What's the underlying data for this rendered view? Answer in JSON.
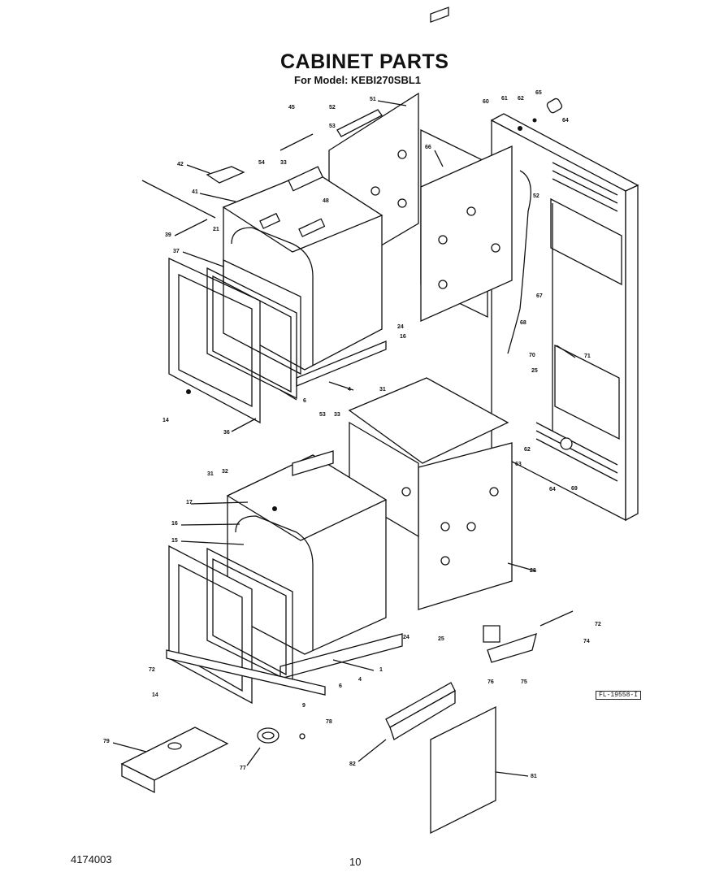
{
  "title": "CABINET PARTS",
  "subtitle": "For Model: KEBI270SBL1",
  "footer_code": "4174003",
  "page_number": "10",
  "reference_tag": "FL-19558-I",
  "callouts": [
    {
      "id": "c51",
      "label": "51"
    },
    {
      "id": "c52a",
      "label": "52"
    },
    {
      "id": "c53a",
      "label": "53"
    },
    {
      "id": "c45",
      "label": "45"
    },
    {
      "id": "c42",
      "label": "42"
    },
    {
      "id": "c54",
      "label": "54"
    },
    {
      "id": "c33a",
      "label": "33"
    },
    {
      "id": "c41",
      "label": "41"
    },
    {
      "id": "c48",
      "label": "48"
    },
    {
      "id": "c39",
      "label": "39"
    },
    {
      "id": "c21a",
      "label": "21"
    },
    {
      "id": "c37",
      "label": "37"
    },
    {
      "id": "c24a",
      "label": "24"
    },
    {
      "id": "c16a",
      "label": "16"
    },
    {
      "id": "c4a",
      "label": "4"
    },
    {
      "id": "c6a",
      "label": "6"
    },
    {
      "id": "c14a",
      "label": "14"
    },
    {
      "id": "c36",
      "label": "36"
    },
    {
      "id": "c66",
      "label": "66"
    },
    {
      "id": "c60",
      "label": "60"
    },
    {
      "id": "c61a",
      "label": "61"
    },
    {
      "id": "c62a",
      "label": "62"
    },
    {
      "id": "c65",
      "label": "65"
    },
    {
      "id": "c64a",
      "label": "64"
    },
    {
      "id": "c52b",
      "label": "52"
    },
    {
      "id": "c67",
      "label": "67"
    },
    {
      "id": "c68",
      "label": "68"
    },
    {
      "id": "c70",
      "label": "70"
    },
    {
      "id": "c71",
      "label": "71"
    },
    {
      "id": "c25a",
      "label": "25"
    },
    {
      "id": "c31a",
      "label": "31"
    },
    {
      "id": "c53b",
      "label": "53"
    },
    {
      "id": "c33b",
      "label": "33"
    },
    {
      "id": "c62b",
      "label": "62"
    },
    {
      "id": "c63",
      "label": "63"
    },
    {
      "id": "c64b",
      "label": "64"
    },
    {
      "id": "c69",
      "label": "69"
    },
    {
      "id": "c31b",
      "label": "31"
    },
    {
      "id": "c32",
      "label": "32"
    },
    {
      "id": "c17",
      "label": "17"
    },
    {
      "id": "c16b",
      "label": "16"
    },
    {
      "id": "c15",
      "label": "15"
    },
    {
      "id": "c28",
      "label": "28"
    },
    {
      "id": "c24b",
      "label": "24"
    },
    {
      "id": "c25b",
      "label": "25"
    },
    {
      "id": "c1",
      "label": "1"
    },
    {
      "id": "c4b",
      "label": "4"
    },
    {
      "id": "c6b",
      "label": "6"
    },
    {
      "id": "c9",
      "label": "9"
    },
    {
      "id": "c72a",
      "label": "72"
    },
    {
      "id": "c14b",
      "label": "14"
    },
    {
      "id": "c72b",
      "label": "72"
    },
    {
      "id": "c74",
      "label": "74"
    },
    {
      "id": "c76",
      "label": "76"
    },
    {
      "id": "c75",
      "label": "75"
    },
    {
      "id": "c79",
      "label": "79"
    },
    {
      "id": "c77",
      "label": "77"
    },
    {
      "id": "c78",
      "label": "78"
    },
    {
      "id": "c82",
      "label": "82"
    },
    {
      "id": "c81",
      "label": "81"
    }
  ]
}
